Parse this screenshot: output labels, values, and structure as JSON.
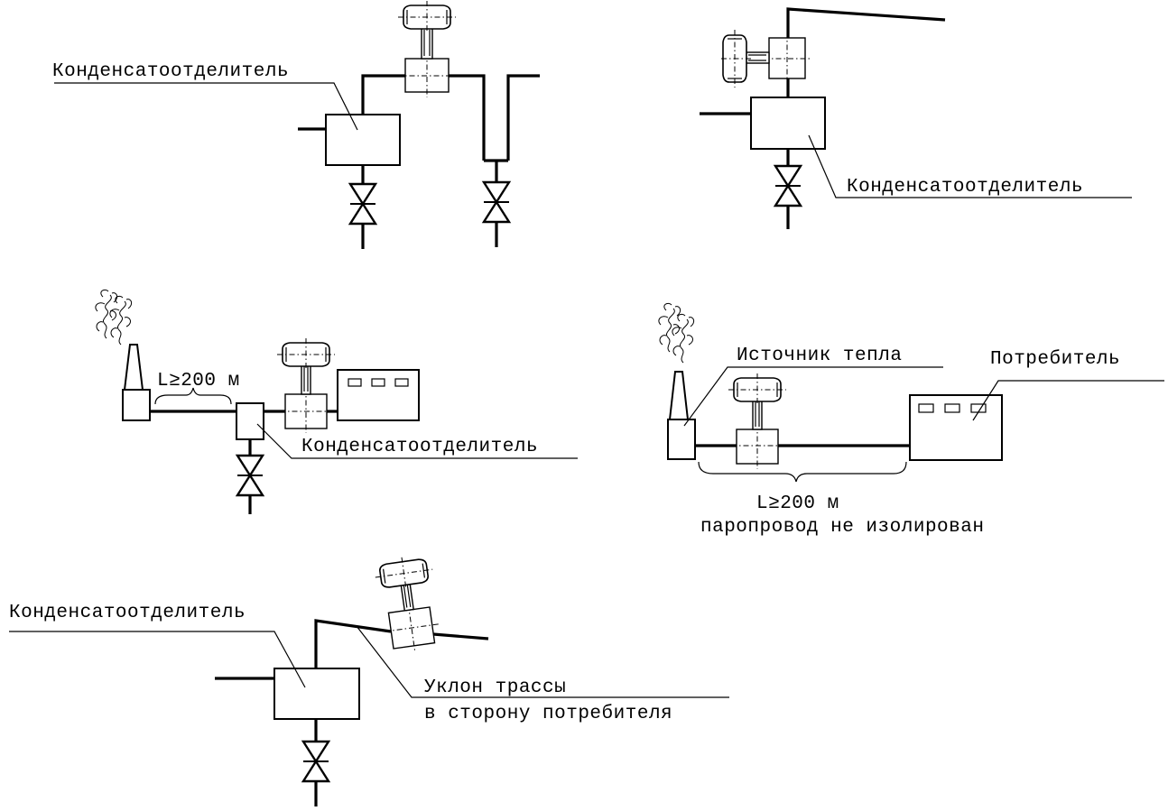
{
  "diagram": {
    "labels": {
      "separator": "Конденсатоотделитель",
      "heat_source": "Источник тепла",
      "consumer": "Потребитель",
      "distance": "L≥200 м",
      "not_insulated": "паропровод не изолирован",
      "slope_line1": "Уклон трассы",
      "slope_line2": "в сторону потребителя"
    }
  }
}
